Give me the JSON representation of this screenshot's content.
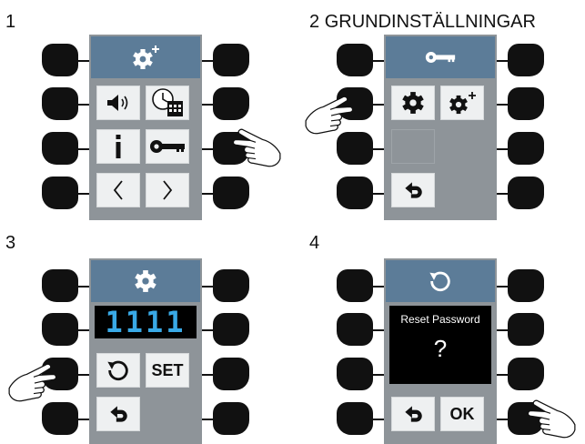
{
  "steps": [
    {
      "number": "1",
      "title": ""
    },
    {
      "number": "2",
      "title": "GRUNDINSTÄLLNINGAR"
    },
    {
      "number": "3",
      "title": ""
    },
    {
      "number": "4",
      "title": ""
    }
  ],
  "screen3": {
    "code_display": "1111",
    "set_label": "SET"
  },
  "screen4": {
    "message": "Reset Password",
    "question": "?",
    "ok_label": "OK"
  },
  "colors": {
    "header": "#5c7c98",
    "panel": "#8e9499",
    "tile": "#eef0f1",
    "digits": "#39a9e6",
    "hardware_button": "#111111"
  },
  "icons": {
    "screen1": [
      "gear-plus-icon",
      "speaker-icon",
      "clock-calendar-icon",
      "info-icon",
      "key-icon",
      "chevron-left-icon",
      "chevron-right-icon"
    ],
    "screen2": [
      "key-icon",
      "gear-icon",
      "gear-plus-icon",
      "back-arrow-icon"
    ],
    "screen3": [
      "gear-icon",
      "reset-icon",
      "back-arrow-icon"
    ],
    "screen4": [
      "reset-icon",
      "back-arrow-icon"
    ],
    "pointer": "hand-pointer-icon"
  }
}
